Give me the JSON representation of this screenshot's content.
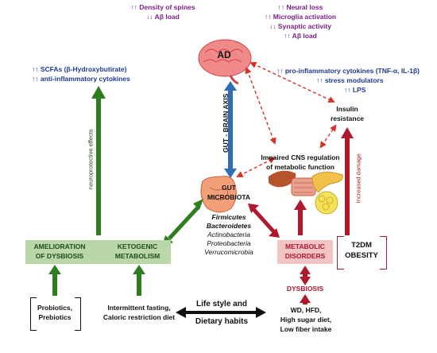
{
  "top_left_effects": {
    "line1": "↑↑ Density of spines",
    "line2": "↓↓ Aβ load"
  },
  "ad_effects": {
    "line1": "↑↑ Neural loss",
    "line2": "↑↑ Microglia activation",
    "line3": "↓↓ Synaptic activity",
    "line4": "↑↑ Aβ load"
  },
  "scfa_effects": {
    "line1": "↑↑ SCFAs (β-Hydroxybutirate)",
    "line2": "↑↑ anti-inflammatory cytokines"
  },
  "inflammation_effects": {
    "line1": "↑↑ pro-inflammatory cytokines (TNF-α, IL-1β)",
    "line2": "↑↑ stress modulators",
    "line3": "↑↑ LPS"
  },
  "ad_label": "AD",
  "gut_brain_axis": "GUT - BRAIN AXIS",
  "neuroprotective": "neuroprotective effects",
  "insulin": {
    "line1": "Insulin",
    "line2": "resistance"
  },
  "impaired_cns": {
    "line1": "Impaired CNS regulation",
    "line2": "of metabolic function"
  },
  "increased_damage": "Increased damage",
  "gut_microbiota": {
    "line1": "GUT",
    "line2": "MICROBIOTA"
  },
  "phyla": [
    "Firmicutes",
    "Bacteroidetes",
    "Actinobacteria",
    "Proteobacteria",
    "Verrucomicrobia"
  ],
  "amelioration": {
    "line1": "AMELIORATION",
    "line2": "OF DYSBIOSIS"
  },
  "ketogenic": {
    "line1": "KETOGENIC",
    "line2": "METABOLISM"
  },
  "metabolic_disorders": {
    "line1": "METABOLIC",
    "line2": "DISORDERS"
  },
  "t2dm": {
    "line1": "T2DM",
    "line2": "OBESITY"
  },
  "dysbiosis": "DYSBIOSIS",
  "probiotics": {
    "line1": "Probiotics,",
    "line2": "Prebiotics"
  },
  "fasting": {
    "line1": "Intermittent fasting,",
    "line2": "Caloric restriction diet"
  },
  "lifestyle": {
    "line1": "Life style and",
    "line2": "Dietary habits"
  },
  "diet": {
    "line1": "WD, HFD,",
    "line2": "High sugar diet,",
    "line3": "Low fiber intake"
  },
  "colors": {
    "green": "#2e7d1f",
    "red": "#b0182d",
    "blue": "#2f6db5",
    "purple": "#7b1f8a",
    "navy": "#1f3a93"
  }
}
